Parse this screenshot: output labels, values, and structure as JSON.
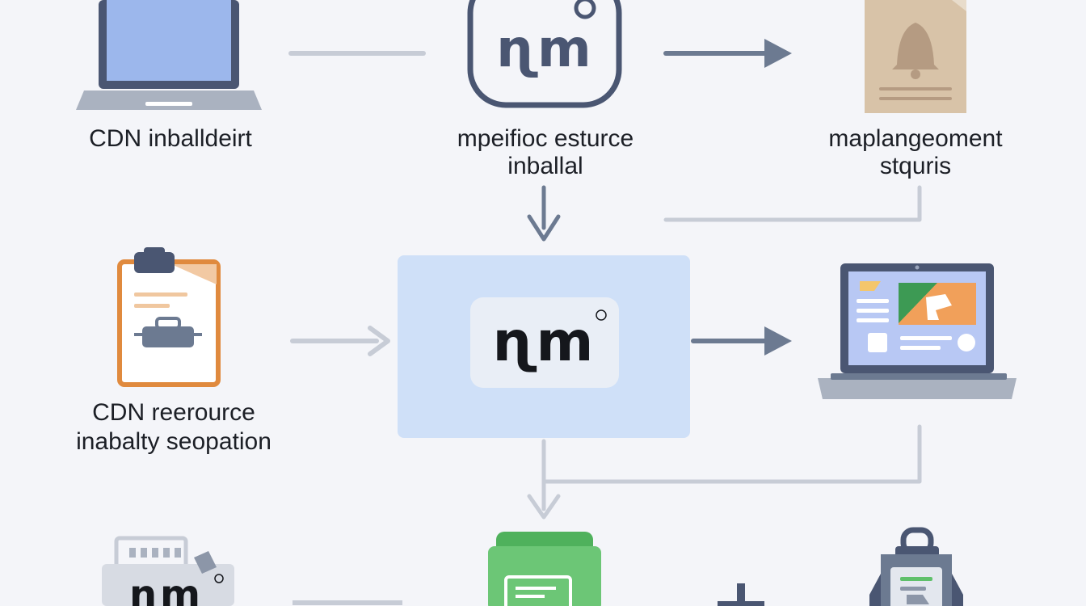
{
  "nodes": {
    "top_left_label": "CDN inballdeirt",
    "top_center_label_line1": "mpeifioc esturce",
    "top_center_label_line2": "inballal",
    "top_right_label_line1": "maplangeoment",
    "top_right_label_line2": "stquris",
    "mid_left_label_line1": "CDN reerource",
    "mid_left_label_line2": "inabalty seopation",
    "top_center_logo_text": "ɳm",
    "center_logo_text": "ɳm",
    "bottom_left_logo_text": "ɳm"
  },
  "icons": [
    "laptop-icon",
    "npm-logo-icon",
    "document-bell-icon",
    "clipboard-toolbox-icon",
    "npm-center-logo-icon",
    "laptop-dashboard-icon",
    "npm-package-icon",
    "green-folder-icon",
    "plus-icon",
    "clipboard-lock-icon"
  ],
  "colors": {
    "background": "#f4f5f9",
    "arrow": "#6c7a91",
    "line_light": "#c7ccd6",
    "center_box": "#cfe0f8",
    "center_logo_bg": "#e9eef6",
    "laptop_screen": "#9cb7ec",
    "laptop_frame": "#4a5672",
    "document_tan": "#d8c3a8",
    "clipboard_orange": "#e08a3e",
    "green_folder": "#5fc06b"
  }
}
